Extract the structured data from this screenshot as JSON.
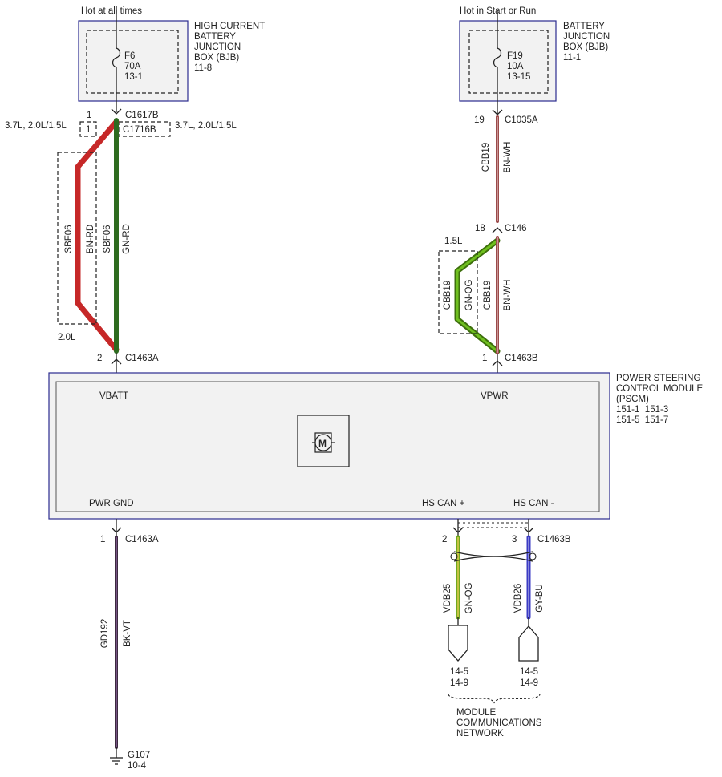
{
  "fuse_left": {
    "note": "Hot at all times",
    "id": "F6",
    "rating": "70A",
    "ref": "13-1",
    "box_name": [
      "HIGH CURRENT",
      "BATTERY",
      "JUNCTION",
      "BOX (BJB)"
    ],
    "box_ref": "11-8"
  },
  "fuse_right": {
    "note": "Hot in Start or Run",
    "id": "F19",
    "rating": "10A",
    "ref": "13-15",
    "box_name": [
      "BATTERY",
      "JUNCTION",
      "BOX (BJB)"
    ],
    "box_ref": "11-1"
  },
  "connectors": {
    "c1617b": {
      "pin": "1",
      "name": "C1617B"
    },
    "c1716b": {
      "pin": "1",
      "name": "C1716B"
    },
    "c1463a_top": {
      "pin": "2",
      "name": "C1463A"
    },
    "c1035a": {
      "pin": "19",
      "name": "C1035A"
    },
    "c146": {
      "pin": "18",
      "name": "C146"
    },
    "c1463b_top": {
      "pin": "1",
      "name": "C1463B"
    },
    "c1463a_bot": {
      "pin": "1",
      "name": "C1463A"
    },
    "c1463b_bot": {
      "pin_a": "2",
      "pin_b": "3",
      "name": "C1463B"
    }
  },
  "engine_notes": {
    "left": "3.7L, 2.0L/1.5L",
    "right": "3.7L, 2.0L/1.5L",
    "lower_left": "2.0L",
    "upper_right": "1.5L"
  },
  "wires": {
    "sbf06_red": {
      "circuit": "SBF06",
      "color_code": "BN-RD",
      "color": "#c62828"
    },
    "sbf06_green": {
      "circuit": "SBF06",
      "color_code": "GN-RD",
      "color": "#2e6b1f"
    },
    "cbb19_top": {
      "circuit": "CBB19",
      "color_code": "BN-WH",
      "color": "#9b4a4a"
    },
    "cbb19_green": {
      "circuit": "CBB19",
      "color_code": "GN-OG",
      "color": "#4c9a12"
    },
    "cbb19_bottom": {
      "circuit": "CBB19",
      "color_code": "BN-WH",
      "color": "#9b4a4a"
    },
    "gd192": {
      "circuit": "GD192",
      "color_code": "BK-VT",
      "color": "#5b3a6b"
    },
    "vdb25": {
      "circuit": "VDB25",
      "color_code": "GN-OG",
      "color": "#6fa81f"
    },
    "vdb26": {
      "circuit": "VDB26",
      "color_code": "GY-BU",
      "color": "#3b3bc4"
    }
  },
  "module": {
    "name": [
      "POWER STEERING",
      "CONTROL MODULE",
      "(PSCM)"
    ],
    "refs": [
      "151-1  151-3",
      "151-5  151-7"
    ],
    "pins": {
      "vbatt": "VBATT",
      "vpwr": "VPWR",
      "pwr_gnd": "PWR GND",
      "hs_can_plus": "HS CAN +",
      "hs_can_minus": "HS CAN -"
    },
    "icon": "motor-icon"
  },
  "ground": {
    "name": "G107",
    "ref": "10-4"
  },
  "network": {
    "refs_left": [
      "14-5",
      "14-9"
    ],
    "refs_right": [
      "14-5",
      "14-9"
    ],
    "label": [
      "MODULE",
      "COMMUNICATIONS",
      "NETWORK"
    ]
  }
}
